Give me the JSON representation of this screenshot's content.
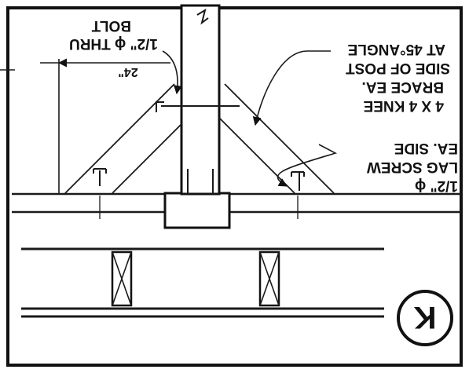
{
  "detail_key": "K",
  "labels": {
    "thru_bolt": [
      "1/2\" ϕ THRU",
      "BOLT"
    ],
    "knee_brace": [
      "4 X 4 KNEE",
      "BRACE EA.",
      "SIDE OF POST",
      "AT 45°ANGLE"
    ],
    "lag_screw": [
      "1/2\" ϕ",
      "LAG SCREW",
      "EA. SIDE"
    ],
    "dimension": "24\""
  },
  "colors": {
    "ink": "#1a1a1a",
    "paper": "#ffffff"
  }
}
